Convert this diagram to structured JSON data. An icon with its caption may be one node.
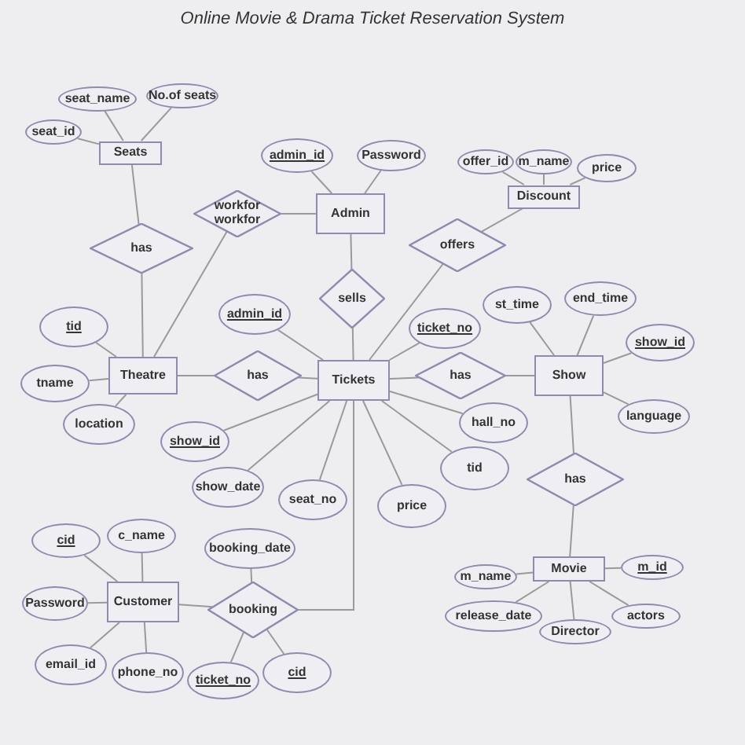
{
  "diagram": {
    "title": "Online Movie & Drama Ticket Reservation System",
    "nodes": [
      {
        "text": [
          "Seats"
        ]
      },
      {
        "text": [
          "seat_name"
        ]
      },
      {
        "text": [
          "No.of seats"
        ]
      },
      {
        "text": [
          "seat_id"
        ]
      },
      {
        "text": [
          "Admin"
        ]
      },
      {
        "text": [
          "admin_id"
        ]
      },
      {
        "text": [
          "Password"
        ]
      },
      {
        "text": [
          "Discount"
        ]
      },
      {
        "text": [
          "offer_id"
        ]
      },
      {
        "text": [
          "m_name"
        ]
      },
      {
        "text": [
          "price"
        ]
      },
      {
        "text": [
          "workfor workfor"
        ]
      },
      {
        "text": [
          "has"
        ]
      },
      {
        "text": [
          "offers"
        ]
      },
      {
        "text": [
          "sells"
        ]
      },
      {
        "text": [
          "Theatre"
        ]
      },
      {
        "text": [
          "tid"
        ]
      },
      {
        "text": [
          "tname"
        ]
      },
      {
        "text": [
          "location"
        ]
      },
      {
        "text": [
          "has"
        ]
      },
      {
        "text": [
          "Tickets"
        ]
      },
      {
        "text": [
          "admin_id"
        ]
      },
      {
        "text": [
          "ticket_no"
        ]
      },
      {
        "text": [
          "show_id"
        ]
      },
      {
        "text": [
          "show_date"
        ]
      },
      {
        "text": [
          "seat_no"
        ]
      },
      {
        "text": [
          "price"
        ]
      },
      {
        "text": [
          "tid"
        ]
      },
      {
        "text": [
          "hall_no"
        ]
      },
      {
        "text": [
          "has"
        ]
      },
      {
        "text": [
          "Show"
        ]
      },
      {
        "text": [
          "st_time"
        ]
      },
      {
        "text": [
          "end_time"
        ]
      },
      {
        "text": [
          "show_id"
        ]
      },
      {
        "text": [
          "language"
        ]
      },
      {
        "text": [
          "has"
        ]
      },
      {
        "text": [
          "Movie"
        ]
      },
      {
        "text": [
          "m_name"
        ]
      },
      {
        "text": [
          "release_date"
        ]
      },
      {
        "text": [
          "Director"
        ]
      },
      {
        "text": [
          "actors"
        ]
      },
      {
        "text": [
          "m_id"
        ]
      },
      {
        "text": [
          "Customer"
        ]
      },
      {
        "text": [
          "cid"
        ]
      },
      {
        "text": [
          "c_name"
        ]
      },
      {
        "text": [
          "Password"
        ]
      },
      {
        "text": [
          "email_id"
        ]
      },
      {
        "text": [
          "phone_no"
        ]
      },
      {
        "text": [
          "booking"
        ]
      },
      {
        "text": [
          "booking_date"
        ]
      },
      {
        "text": [
          "ticket_no"
        ]
      },
      {
        "text": [
          "cid"
        ]
      }
    ],
    "edges": [
      {
        "from": 0,
        "to": 1,
        "arrow": "none"
      },
      {
        "from": 0,
        "to": 2,
        "arrow": "none"
      },
      {
        "from": 0,
        "to": 3,
        "arrow": "none"
      },
      {
        "from": 0,
        "to": 12,
        "arrow": "none"
      },
      {
        "from": 12,
        "to": 15,
        "arrow": "none"
      },
      {
        "from": 4,
        "to": 5,
        "arrow": "none"
      },
      {
        "from": 4,
        "to": 6,
        "arrow": "none"
      },
      {
        "from": 4,
        "to": 11,
        "arrow": "none"
      },
      {
        "from": 11,
        "to": 15,
        "arrow": "none"
      },
      {
        "from": 4,
        "to": 14,
        "arrow": "none"
      },
      {
        "from": 14,
        "to": 20,
        "arrow": "none"
      },
      {
        "from": 7,
        "to": 8,
        "arrow": "none"
      },
      {
        "from": 7,
        "to": 9,
        "arrow": "none"
      },
      {
        "from": 7,
        "to": 10,
        "arrow": "none"
      },
      {
        "from": 7,
        "to": 13,
        "arrow": "none"
      },
      {
        "from": 13,
        "to": 20,
        "arrow": "none"
      },
      {
        "from": 15,
        "to": 16,
        "arrow": "none"
      },
      {
        "from": 15,
        "to": 17,
        "arrow": "none"
      },
      {
        "from": 15,
        "to": 18,
        "arrow": "none"
      },
      {
        "from": 15,
        "to": 19,
        "arrow": "none"
      },
      {
        "from": 19,
        "to": 20,
        "arrow": "none"
      },
      {
        "from": 20,
        "to": 21,
        "arrow": "none"
      },
      {
        "from": 20,
        "to": 22,
        "arrow": "none"
      },
      {
        "from": 20,
        "to": 23,
        "arrow": "none"
      },
      {
        "from": 20,
        "to": 24,
        "arrow": "none"
      },
      {
        "from": 20,
        "to": 25,
        "arrow": "none"
      },
      {
        "from": 20,
        "to": 26,
        "arrow": "none"
      },
      {
        "from": 20,
        "to": 27,
        "arrow": "none"
      },
      {
        "from": 20,
        "to": 28,
        "arrow": "none"
      },
      {
        "from": 20,
        "to": 29,
        "arrow": "none"
      },
      {
        "from": 29,
        "to": 30,
        "arrow": "none"
      },
      {
        "from": 30,
        "to": 31,
        "arrow": "none"
      },
      {
        "from": 30,
        "to": 32,
        "arrow": "none"
      },
      {
        "from": 30,
        "to": 33,
        "arrow": "none"
      },
      {
        "from": 30,
        "to": 34,
        "arrow": "none"
      },
      {
        "from": 30,
        "to": 35,
        "arrow": "none"
      },
      {
        "from": 35,
        "to": 36,
        "arrow": "none"
      },
      {
        "from": 36,
        "to": 37,
        "arrow": "none"
      },
      {
        "from": 36,
        "to": 38,
        "arrow": "none"
      },
      {
        "from": 36,
        "to": 39,
        "arrow": "none"
      },
      {
        "from": 36,
        "to": 40,
        "arrow": "none"
      },
      {
        "from": 36,
        "to": 41,
        "arrow": "none"
      },
      {
        "from": 42,
        "to": 43,
        "arrow": "none"
      },
      {
        "from": 42,
        "to": 44,
        "arrow": "none"
      },
      {
        "from": 42,
        "to": 45,
        "arrow": "none"
      },
      {
        "from": 42,
        "to": 46,
        "arrow": "none"
      },
      {
        "from": 42,
        "to": 47,
        "arrow": "none"
      },
      {
        "from": 42,
        "to": 48,
        "arrow": "none"
      },
      {
        "from": 20,
        "to": 48,
        "arrow": "none"
      },
      {
        "from": 48,
        "to": 49,
        "arrow": "none"
      },
      {
        "from": 48,
        "to": 50,
        "arrow": "none"
      },
      {
        "from": 48,
        "to": 51,
        "arrow": "none"
      }
    ]
  }
}
